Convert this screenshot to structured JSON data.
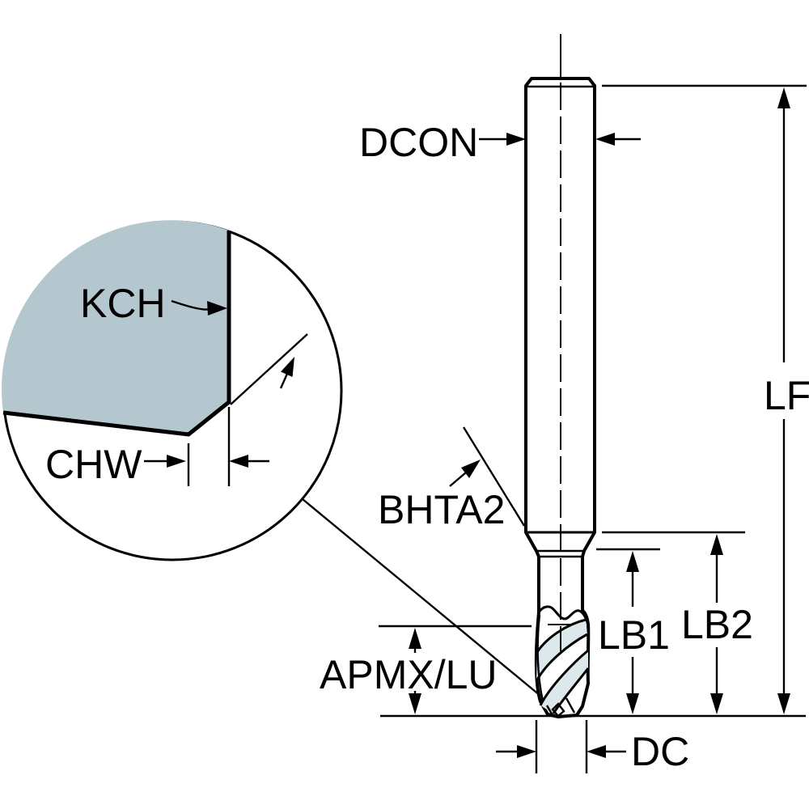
{
  "diagram": {
    "type": "technical-dimension-drawing",
    "subject": "end-mill-cutting-tool"
  },
  "labels": {
    "dcon": "DCON",
    "lf": "LF",
    "kch": "KCH",
    "chw": "CHW",
    "bhta2": "BHTA2",
    "lb1": "LB1",
    "lb2": "LB2",
    "apmx_lu": "APMX/LU",
    "dc": "DC"
  },
  "colors": {
    "background": "#ffffff",
    "line": "#000000",
    "tool_fill": "#b4c7cf",
    "flute_highlight": "#dde8ed"
  }
}
